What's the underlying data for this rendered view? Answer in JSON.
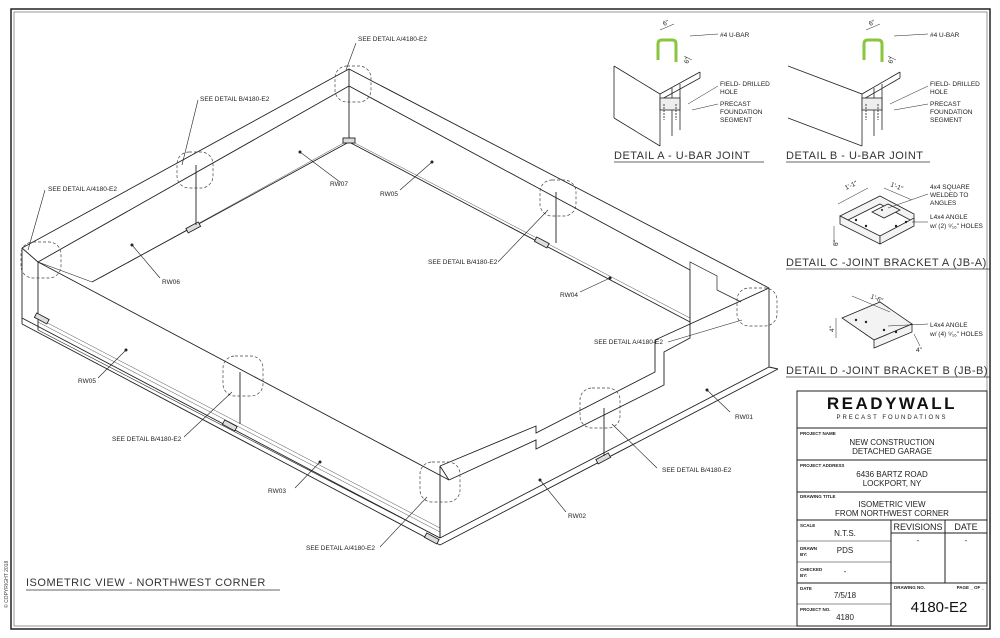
{
  "copyright": "© COPYRIGHT 2018",
  "view_title": "ISOMETRIC VIEW - NORTHWEST CORNER",
  "panels": {
    "rw01": "RW01",
    "rw02": "RW02",
    "rw03": "RW03",
    "rw04": "RW04",
    "rw05_top": "RW05",
    "rw05_left": "RW05",
    "rw06": "RW06",
    "rw07": "RW07"
  },
  "callouts": {
    "a_top": "SEE DETAIL A/4180-E2",
    "b_top": "SEE DETAIL B/4180-E2",
    "a_left": "SEE DETAIL A/4180-E2",
    "b_right": "SEE DETAIL B/4180-E2",
    "a_right": "SEE DETAIL A/4180-E2",
    "b_left": "SEE DETAIL B/4180-E2",
    "b_bottom_right": "SEE DETAIL B/4180-E2",
    "a_bottom": "SEE DETAIL A/4180-E2"
  },
  "details": {
    "a": {
      "title": "DETAIL A - U-BAR JOINT",
      "dim_top": "6\"",
      "dim_side": "6\"",
      "ubar": "#4 U-BAR",
      "hole_1": "FIELD- DRILLED",
      "hole_2": "HOLE",
      "seg_1": "PRECAST",
      "seg_2": "FOUNDATION",
      "seg_3": "SEGMENT"
    },
    "b": {
      "title": "DETAIL B - U-BAR JOINT",
      "dim_top": "6\"",
      "dim_side": "6\"",
      "ubar": "#4 U-BAR",
      "hole_1": "FIELD- DRILLED",
      "hole_2": "HOLE",
      "seg_1": "PRECAST",
      "seg_2": "FOUNDATION",
      "seg_3": "SEGMENT"
    },
    "c": {
      "title": "DETAIL C -JOINT BRACKET A (JB-A)",
      "dim_left": "1'-1\"",
      "dim_right": "1'-1\"",
      "dim_height": "6\"",
      "sq_1": "4x4 SQUARE",
      "sq_2": "WELDED TO",
      "sq_3": "ANGLES",
      "ang_1": "L4x4 ANGLE",
      "ang_2": "w/ (2) ⁹⁄₁₆\" HOLES"
    },
    "d": {
      "title": "DETAIL D -JOINT BRACKET B (JB-B)",
      "dim_len": "1'-6\"",
      "dim_h": "4\"",
      "dim_w": "4\"",
      "ang_1": "L4x4 ANGLE",
      "ang_2": "w/ (4) ⁹⁄₁₆\" HOLES"
    }
  },
  "titleblock": {
    "brand": "READYWALL",
    "brand_sub": "PRECAST FOUNDATIONS",
    "project_name_label": "PROJECT NAME",
    "project_name_1": "NEW CONSTRUCTION",
    "project_name_2": "DETACHED GARAGE",
    "project_address_label": "PROJECT ADDRESS",
    "address_1": "6436 BARTZ  ROAD",
    "address_2": "LOCKPORT, NY",
    "drawing_title_label": "DRAWING TITLE",
    "drawing_title_1": "ISOMETRIC VIEW",
    "drawing_title_2": "FROM NORTHWEST CORNER",
    "scale_label": "SCALE",
    "scale": "N.T.S.",
    "revisions_label": "REVISIONS",
    "date_col_label": "DATE",
    "revision": "-",
    "revision_date": "-",
    "drawn_by_label_1": "DRAWN",
    "drawn_by_label_2": "BY:",
    "drawn_by": "PDS",
    "checked_by_label_1": "CHECKED",
    "checked_by_label_2": "BY:",
    "checked_by": "-",
    "date_label": "DATE",
    "date": "7/5/18",
    "drawing_no_label": "DRAWING NO.",
    "page_label": "PAGE _ OF _",
    "drawing_no": "4180-E2",
    "project_no_label": "PROJECT NO.",
    "project_no": "4180"
  }
}
